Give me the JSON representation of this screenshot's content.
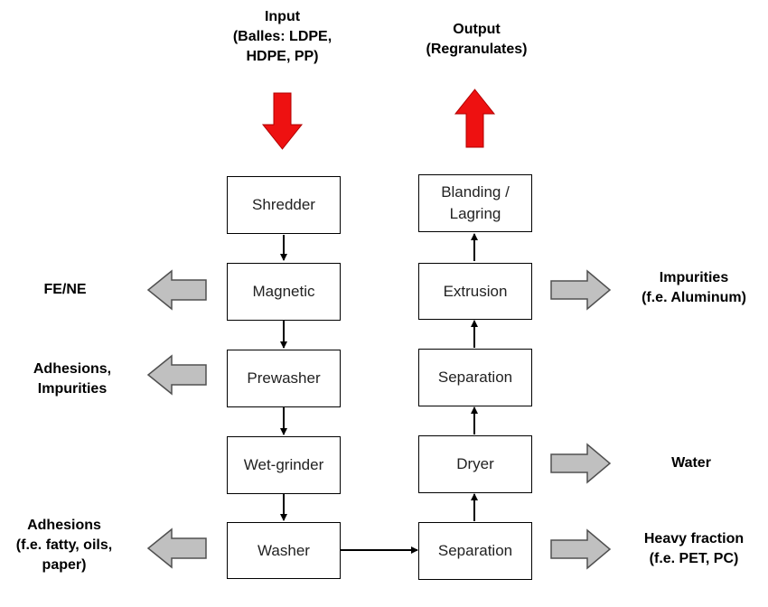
{
  "input_label": [
    "Input",
    "(Balles: LDPE,",
    "HDPE, PP)"
  ],
  "output_label": [
    "Output",
    "(Regranulates)"
  ],
  "left_chain": {
    "shredder": "Shredder",
    "magnetic": "Magnetic",
    "prewasher": "Prewasher",
    "wet_grinder": "Wet-grinder",
    "washer": "Washer"
  },
  "right_chain": {
    "separation_bottom": "Separation",
    "dryer": "Dryer",
    "separation_top": "Separation",
    "extrusion": "Extrusion",
    "blanding": [
      "Blanding /",
      "Lagring"
    ]
  },
  "side_outputs": {
    "fe_ne": "FE/NE",
    "adhesions_impurities": [
      "Adhesions,",
      "Impurities"
    ],
    "adhesions_washer": [
      "Adhesions",
      "(f.e. fatty, oils,",
      "paper)"
    ],
    "impurities": [
      "Impurities",
      "(f.e. Aluminum)"
    ],
    "water": "Water",
    "heavy_fraction": [
      "Heavy fraction",
      "(f.e. PET, PC)"
    ]
  },
  "colors": {
    "input_arrow": "#ee1111",
    "output_arrow": "#ee1111",
    "side_arrow_fill": "#c0c0c0",
    "side_arrow_stroke": "#505050"
  }
}
